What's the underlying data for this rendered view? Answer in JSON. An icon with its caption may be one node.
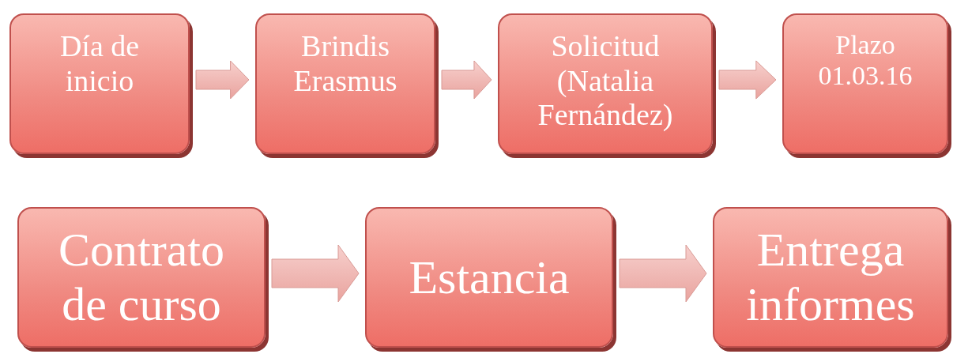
{
  "diagram": {
    "nodes": [
      {
        "text": [
          "Día de inicio"
        ]
      },
      {
        "text": [
          "Brindis Erasmus"
        ]
      },
      {
        "text": [
          "Solicitud (Natalia Fernández)"
        ]
      },
      {
        "text": [
          "Plazo 01.03.16"
        ]
      },
      {
        "text": [
          "Contrato de curso"
        ]
      },
      {
        "text": [
          "Estancia"
        ]
      },
      {
        "text": [
          "Entrega informes"
        ]
      }
    ],
    "edges": [
      {
        "from": 0,
        "to": 1,
        "arrow": "to"
      },
      {
        "from": 1,
        "to": 2,
        "arrow": "to"
      },
      {
        "from": 2,
        "to": 3,
        "arrow": "to"
      },
      {
        "from": 4,
        "to": 5,
        "arrow": "to"
      },
      {
        "from": 5,
        "to": 6,
        "arrow": "to"
      }
    ]
  }
}
